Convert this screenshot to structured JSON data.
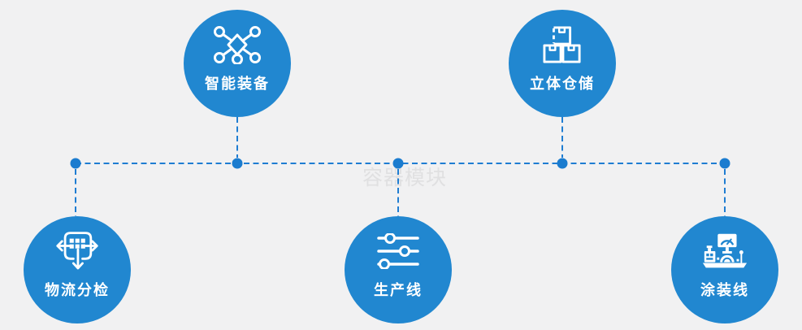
{
  "canvas": {
    "watermark": "容器模块",
    "background_color": "#f1f1f2",
    "node_color": "#2187d0",
    "connector_color": "#1f7dd2",
    "label_color": "#ffffff"
  },
  "nodes": [
    {
      "id": "smart-equipment",
      "label": "智能装备",
      "icon": "network-icon",
      "row": "top"
    },
    {
      "id": "warehouse",
      "label": "立体仓储",
      "icon": "stacked-boxes-icon",
      "row": "top"
    },
    {
      "id": "logistics",
      "label": "物流分检",
      "icon": "sorting-arrows-icon",
      "row": "bottom"
    },
    {
      "id": "production-line",
      "label": "生产线",
      "icon": "sliders-icon",
      "row": "bottom"
    },
    {
      "id": "painting-line",
      "label": "涂装线",
      "icon": "control-station-icon",
      "row": "bottom"
    }
  ]
}
